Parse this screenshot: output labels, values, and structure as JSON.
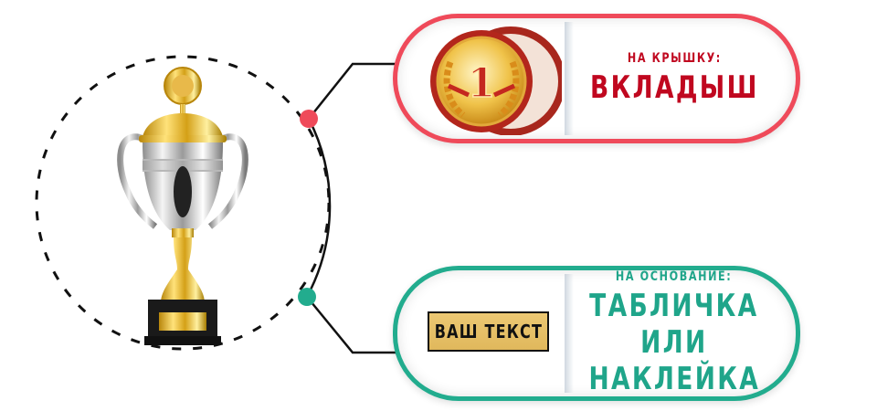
{
  "diagram": {
    "center_item": {
      "name": "trophy-cup",
      "description": "gold and silver trophy cup with emblem on lid and black base with gold nameplate"
    },
    "colors": {
      "top_accent": "#ef4a5a",
      "top_text": "#c0071f",
      "bottom_accent": "#22ac8e",
      "bottom_text": "#1fa58a",
      "connector": "#111111",
      "plate_gold": "#e6bf66"
    },
    "top_option": {
      "small_label": "НА КРЫШКУ:",
      "big_label": "ВКЛАДЫШ",
      "image": {
        "name": "medal-insert",
        "number": "1"
      }
    },
    "bottom_option": {
      "small_label": "НА ОСНОВАНИЕ:",
      "big_label_line1": "ТАБЛИЧКА ИЛИ",
      "big_label_line2": "НАКЛЕЙКА",
      "image": {
        "name": "name-plate",
        "text": "ВАШ ТЕКСТ"
      }
    }
  }
}
